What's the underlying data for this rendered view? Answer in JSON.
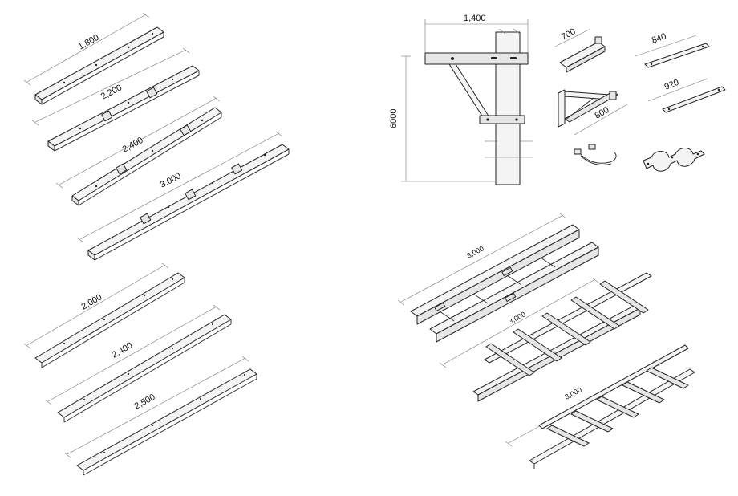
{
  "colors": {
    "line": "#222222",
    "dim_line": "#777777",
    "fill": "#f4f4f4",
    "fill_dark": "#e6e6e6"
  },
  "beams": [
    {
      "label": "1,800"
    },
    {
      "label": "2,200"
    },
    {
      "label": "2,400"
    },
    {
      "label": "3,000"
    }
  ],
  "angles": [
    {
      "label": "2,000"
    },
    {
      "label": "2,400"
    },
    {
      "label": "2,500"
    }
  ],
  "pole": {
    "width_label": "1,400",
    "height_label": "6000"
  },
  "brackets": {
    "arm_700": "700",
    "strap_840": "840",
    "strap_920": "920",
    "support_800": "800"
  },
  "trays": [
    {
      "label": "3,000"
    },
    {
      "label": "3,000"
    },
    {
      "label": "3,000"
    }
  ]
}
